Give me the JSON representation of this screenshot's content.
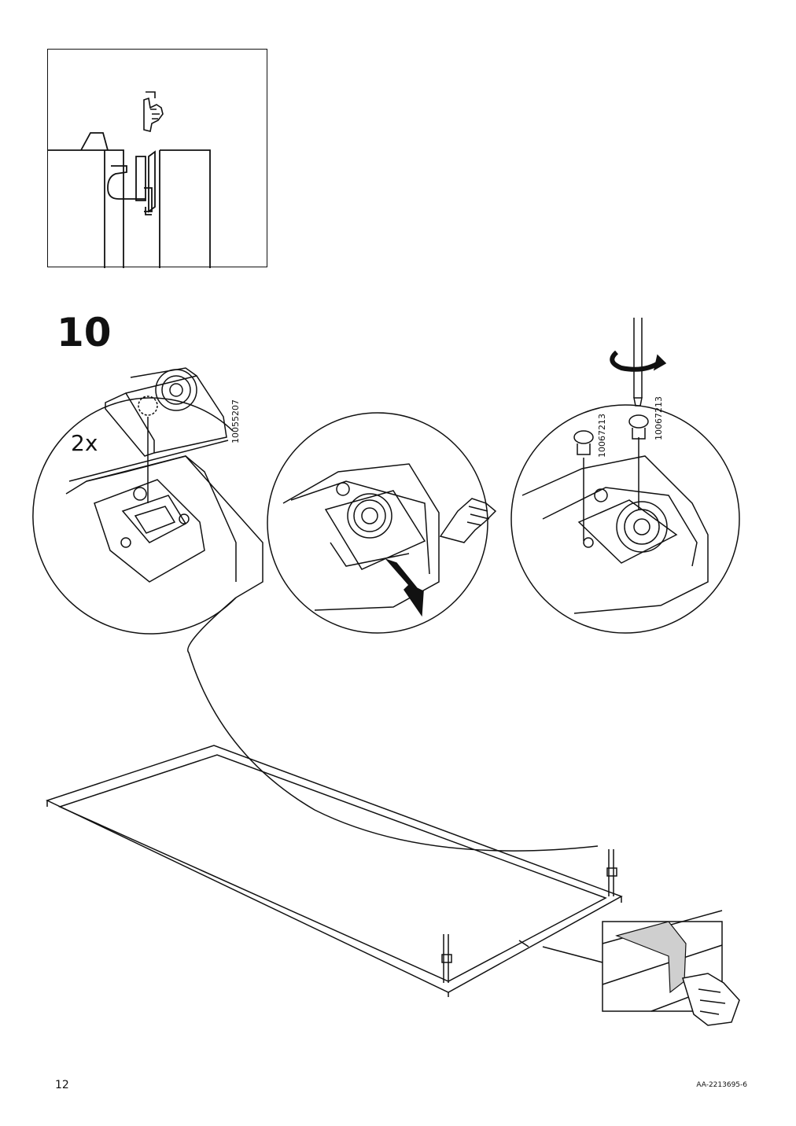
{
  "page": {
    "step_number": "10",
    "quantity": "2x",
    "page_number": "12",
    "document_code": "AA-2213695-6"
  },
  "parts": {
    "left_detail_code": "10055207",
    "screw_code_a": "10067213",
    "screw_code_b": "10067213"
  },
  "illustrations": {
    "inset": "door-hinge-clip",
    "detail_1": "place-hinge-plate",
    "detail_2": "slide-plate-direction",
    "detail_3": "screw-fastening",
    "main": "door-frame-flat",
    "small_detail": "frame-joint-tape"
  },
  "icons": [
    "pointing-hand-icon",
    "rotate-arrow-icon",
    "arrow-down-icon",
    "screwdriver-icon"
  ],
  "colors": {
    "ink": "#111111",
    "tape": "#cfcfcf",
    "background": "#ffffff"
  }
}
